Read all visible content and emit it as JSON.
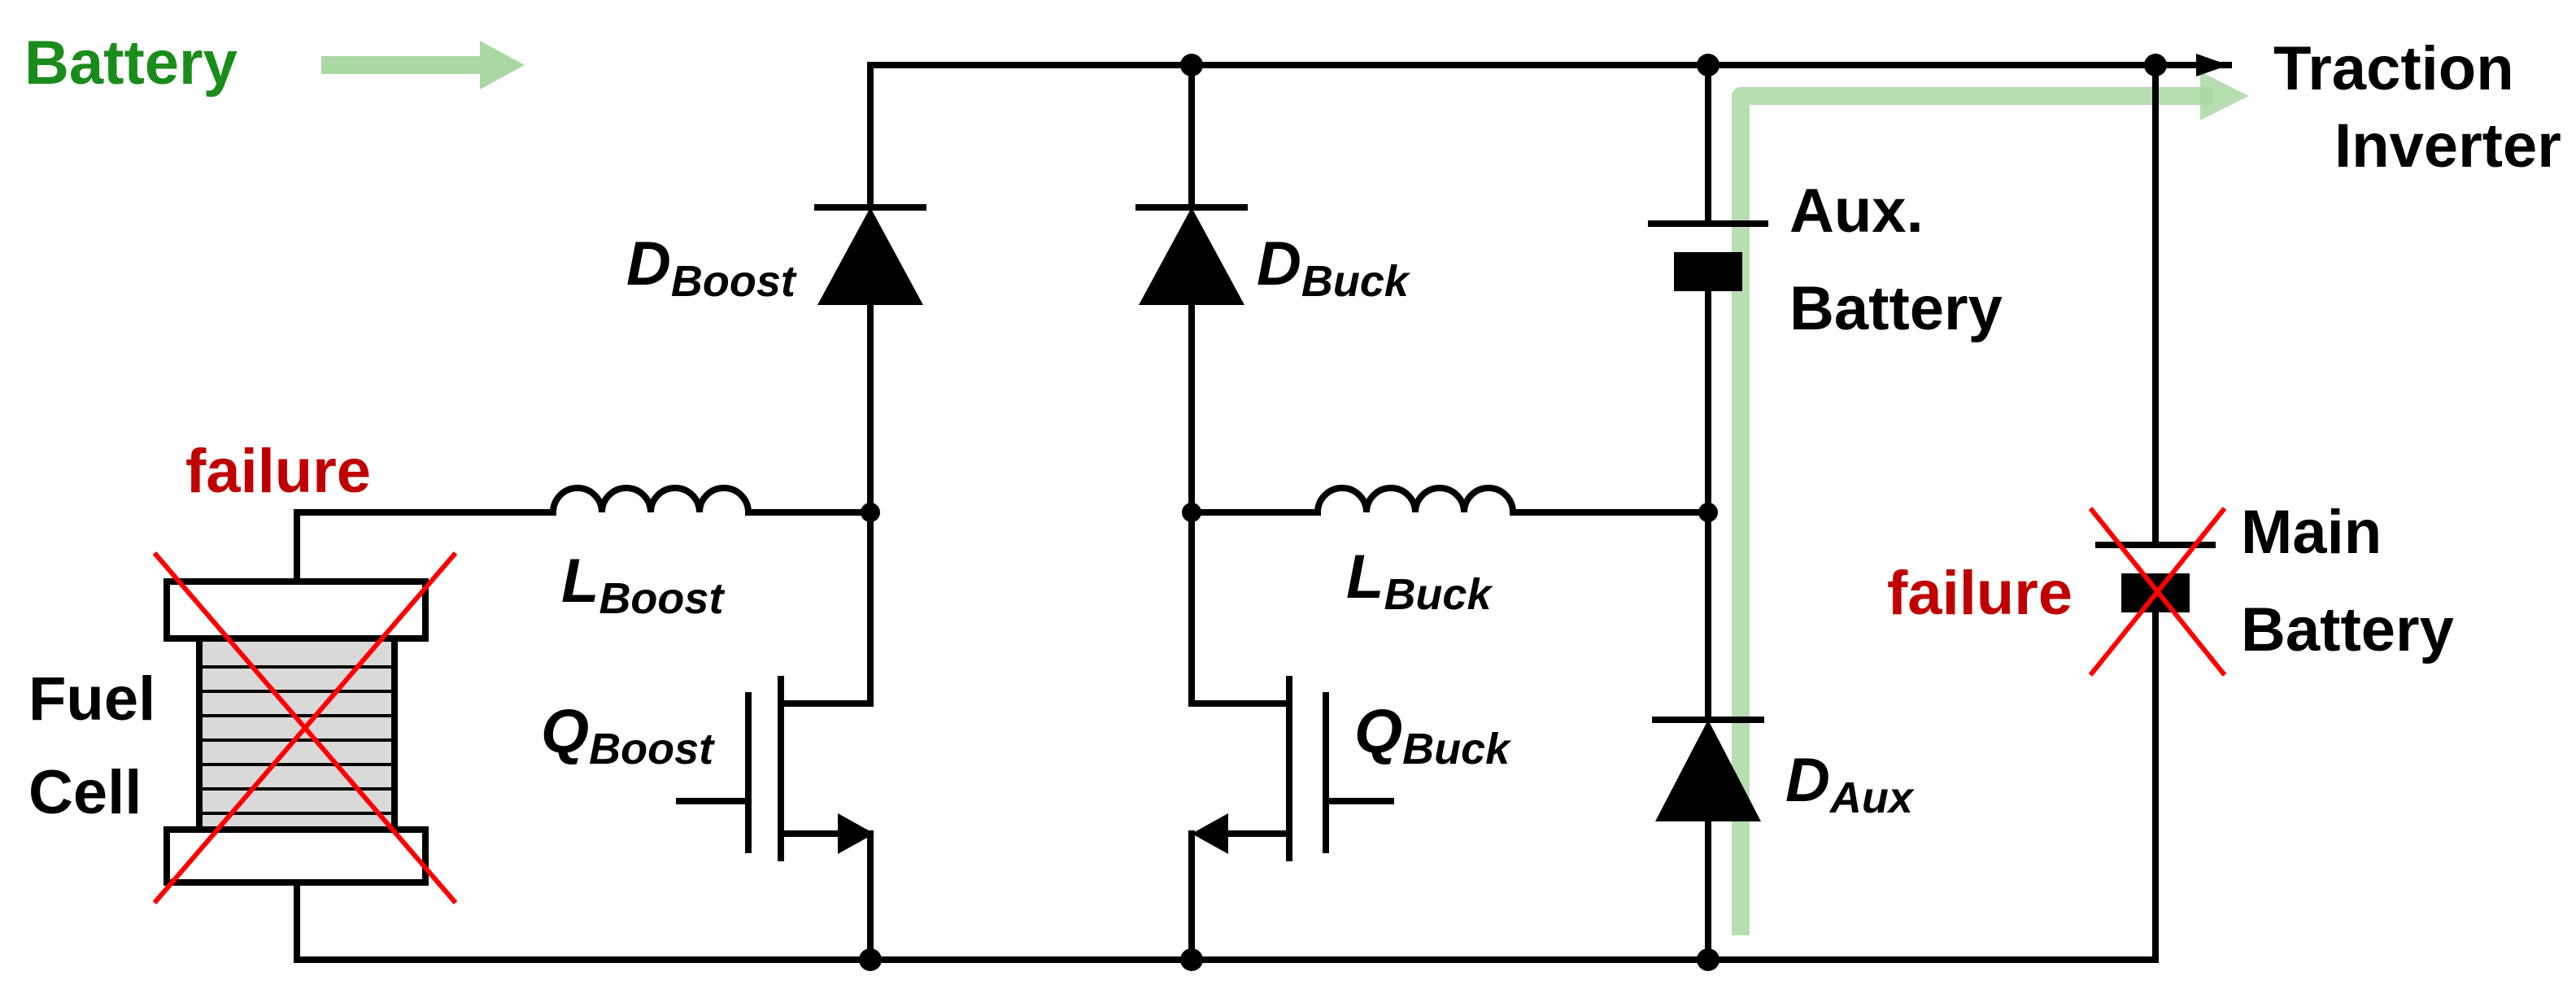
{
  "legend": {
    "label": "Battery",
    "color": "#1a8c1a",
    "arrow_color": "#a9d8a2"
  },
  "output": {
    "line1": "Traction",
    "line2": "Inverter"
  },
  "aux_battery": {
    "line1": "Aux.",
    "line2": "Battery"
  },
  "main_battery": {
    "line1": "Main",
    "line2": "Battery"
  },
  "fuel_cell": {
    "line1": "Fuel",
    "line2": "Cell"
  },
  "failure_fuel_cell": "failure",
  "failure_main_battery": "failure",
  "failure_color": "#c00000",
  "components": {
    "d_boost": {
      "main": "D",
      "sub": "Boost"
    },
    "d_buck": {
      "main": "D",
      "sub": "Buck"
    },
    "l_boost": {
      "main": "L",
      "sub": "Boost"
    },
    "l_buck": {
      "main": "L",
      "sub": "Buck"
    },
    "q_boost": {
      "main": "Q",
      "sub": "Boost"
    },
    "q_buck": {
      "main": "Q",
      "sub": "Buck"
    },
    "d_aux": {
      "main": "D",
      "sub": "Aux"
    }
  }
}
